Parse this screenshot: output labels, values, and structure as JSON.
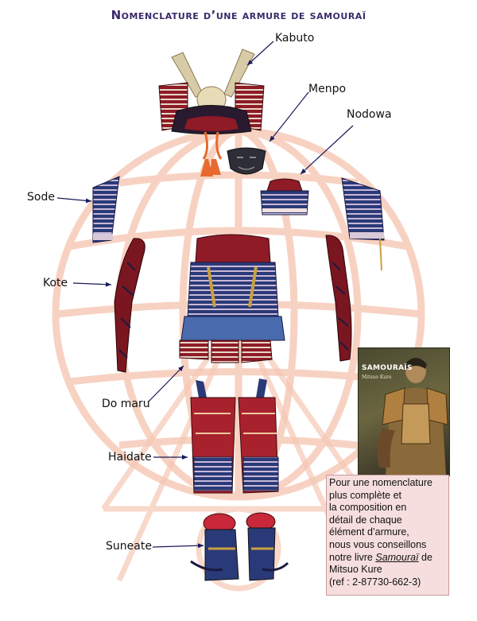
{
  "title": "Nomenclature d’une armure de samouraï",
  "labels": {
    "kabuto": "Kabuto",
    "menpo": "Menpo",
    "nodowa": "Nodowa",
    "sode": "Sode",
    "kote": "Kote",
    "do_maru": "Do maru",
    "haidate": "Haidate",
    "suneate": "Suneate"
  },
  "book": {
    "cover_title": "SAMOURAÏS",
    "cover_author": "Mitsuo Kure"
  },
  "note": {
    "line1": "Pour une nomenclature",
    "line2": "plus complète et",
    "line3": "la composition en",
    "line4": "détail de chaque",
    "line5": "élément d’armure,",
    "line6": "nous vous conseillons",
    "line7_pre": "notre livre ",
    "line7_title": "Samouraï",
    "line7_post": " de",
    "line8": "Mitsuo Kure",
    "line9": "(ref : 2-87730-662-3)"
  },
  "colors": {
    "globe": "#f6c8b4",
    "title": "#3b2a6b",
    "armor_red": "#8e1b26",
    "armor_blue": "#2a3a78",
    "cord_orange": "#e86a2e",
    "note_bg": "#f6dede"
  }
}
